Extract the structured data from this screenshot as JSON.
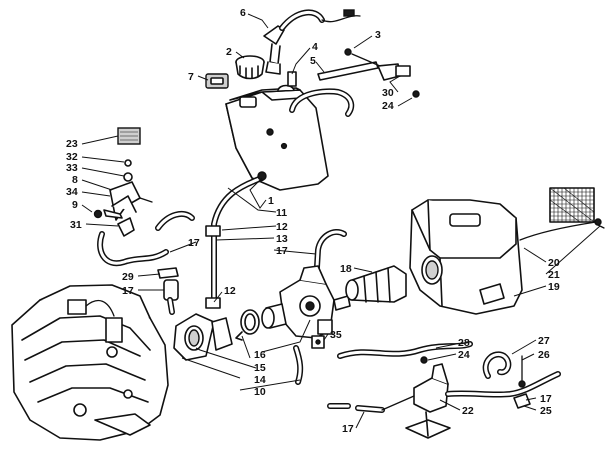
{
  "callouts": {
    "c1": "1",
    "c2": "2",
    "c3": "3",
    "c4": "4",
    "c5": "5",
    "c6": "6",
    "c7": "7",
    "c8": "8",
    "c9": "9",
    "c10": "10",
    "c11": "11",
    "c12a": "12",
    "c12b": "12",
    "c13": "13",
    "c14": "14",
    "c15": "15",
    "c16": "16",
    "c17a": "17",
    "c17b": "17",
    "c17c": "17",
    "c17d": "17",
    "c17e": "17",
    "c18": "18",
    "c19": "19",
    "c20": "20",
    "c21": "21",
    "c22": "22",
    "c23": "23",
    "c24a": "24",
    "c24b": "24",
    "c25": "25",
    "c26": "26",
    "c27": "27",
    "c28": "28",
    "c29": "29",
    "c30": "30",
    "c31": "31",
    "c32": "32",
    "c33": "33",
    "c34": "34",
    "c35": "35"
  }
}
